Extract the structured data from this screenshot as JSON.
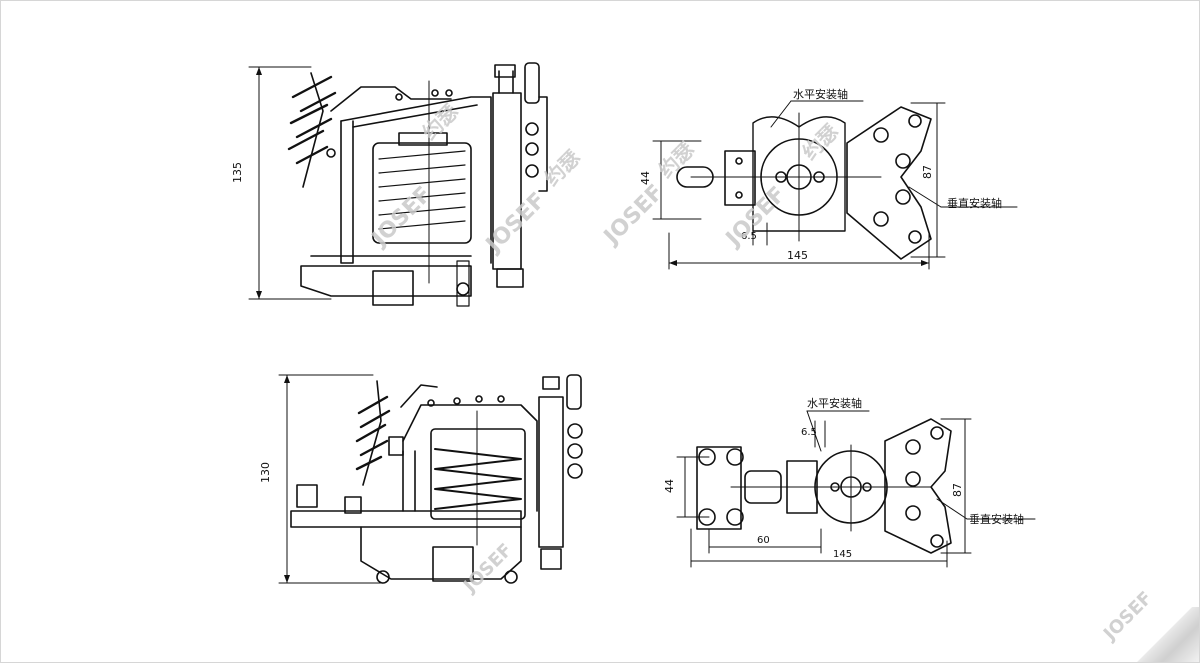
{
  "drawings": {
    "top_left": {
      "dimension_height": "135"
    },
    "top_right": {
      "label_horizontal_axis": "水平安装轴",
      "label_vertical_axis": "垂直安装轴",
      "dimension_44": "44",
      "dimension_87": "87",
      "dimension_6_5": "6.5",
      "dimension_145": "145"
    },
    "bottom_left": {
      "dimension_height": "130"
    },
    "bottom_right": {
      "label_horizontal_axis": "水平安装轴",
      "label_vertical_axis": "垂直安装轴",
      "dimension_6_5": "6.5",
      "dimension_44": "44",
      "dimension_87": "87",
      "dimension_60": "60",
      "dimension_145": "145"
    }
  },
  "watermarks": [
    "JOSEF",
    "约瑟"
  ],
  "colors": {
    "line": "#111111",
    "watermark": "#c9c9c9",
    "frame": "#d6d6d6"
  }
}
